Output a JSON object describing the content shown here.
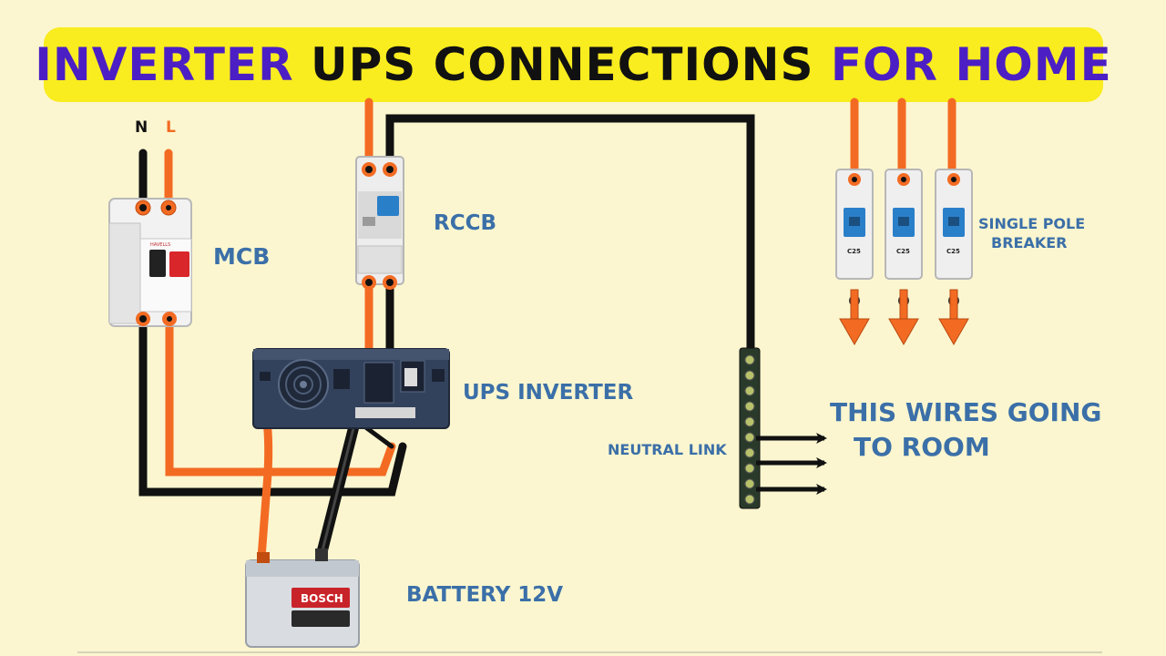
{
  "title": {
    "part1": "INVERTER",
    "part2": " UPS CONNECTIONS ",
    "part3": "FOR HOME"
  },
  "colors": {
    "background": "#fbf6cf",
    "banner": "#f9ec1f",
    "title_accent": "#4b1fc4",
    "title_main": "#111111",
    "live_wire": "#f36b23",
    "neutral_wire": "#111111",
    "label_text": "#3b6fa8",
    "breaker_toggle": "#2a7fc9",
    "mcb_toggle": "#d8262a"
  },
  "wire_labels": {
    "neutral": "N",
    "live": "L"
  },
  "components": {
    "mcb": {
      "label": "MCB",
      "brand": "HAVELLS"
    },
    "rccb": {
      "label": "RCCB"
    },
    "single_pole": {
      "label_line1": "SINGLE POLE",
      "label_line2": "BREAKER",
      "rating": "C25",
      "count": 3
    },
    "ups": {
      "label": "UPS INVERTER"
    },
    "neutral_link": {
      "label": "NEUTRAL LINK"
    },
    "battery": {
      "label": "BATTERY 12V",
      "brand": "BOSCH"
    },
    "room_note": {
      "line1": "THIS WIRES GOING",
      "line2": "TO ROOM"
    }
  }
}
